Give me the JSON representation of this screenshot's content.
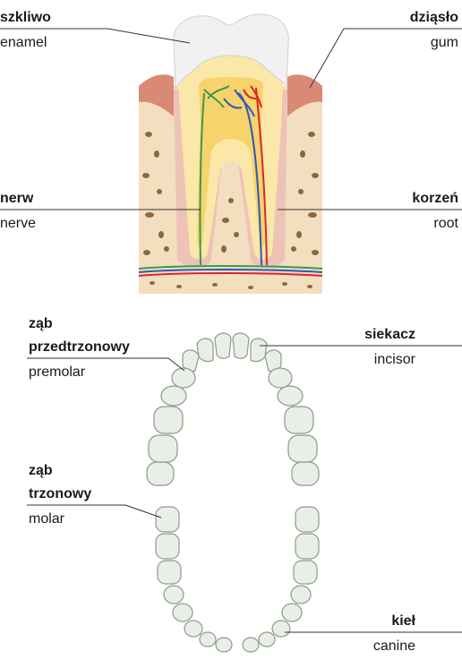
{
  "labels": {
    "enamel": {
      "pl": "szkliwo",
      "en": "enamel"
    },
    "gum": {
      "pl": "dziąsło",
      "en": "gum"
    },
    "nerve": {
      "pl": "nerw",
      "en": "nerve"
    },
    "root": {
      "pl": "korzeń",
      "en": "root"
    },
    "premolar": {
      "pl_line1": "ząb",
      "pl_line2": "przedtrzonowy",
      "en": "premolar"
    },
    "incisor": {
      "pl": "siekacz",
      "en": "incisor"
    },
    "molar": {
      "pl_line1": "ząb",
      "pl_line2": "trzonowy",
      "en": "molar"
    },
    "canine": {
      "pl": "kieł",
      "en": "canine"
    }
  },
  "colors": {
    "enamel": "#f1f1f1",
    "dentin": "#fbe7a8",
    "pulp": "#f7d36b",
    "gum": "#d98a74",
    "bone": "#f3dfc0",
    "nerve": "#3a9a4a",
    "artery": "#d8262e",
    "vein": "#2f58b8",
    "tooth_outline": "#8c9a8c",
    "tooth_fill": "#e9efe6"
  }
}
